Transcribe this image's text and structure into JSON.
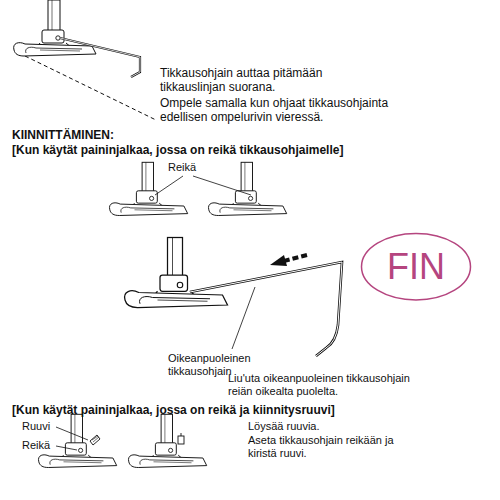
{
  "diagram": {
    "nodes": [
      {
        "text": [
          "FIN"
        ]
      }
    ],
    "labels": [
      "Tikkausohjain auttaa pitämään tikkauslinjan suorana.",
      "Ompele samalla kun ohjaat tikkausohjainta edellisen ompelurivin vieressä.",
      "KIINNITTÄMINEN:",
      "[Kun käytät paininjalkaa, jossa on reikä tikkausohjaimelle]",
      "Reikä",
      "Oikeanpuoleinen tikkausohjain",
      "Liu'uta oikeanpuoleinen tikkausohjain reiän oikealta puolelta.",
      "[Kun käytät paininjalkaa, jossa on reikä ja kiinnitysruuvi]",
      "Ruuvi",
      "Reikä",
      "Löysää ruuvia.",
      "Aseta tikkausohjain reikään ja kiristä ruuvi."
    ]
  }
}
